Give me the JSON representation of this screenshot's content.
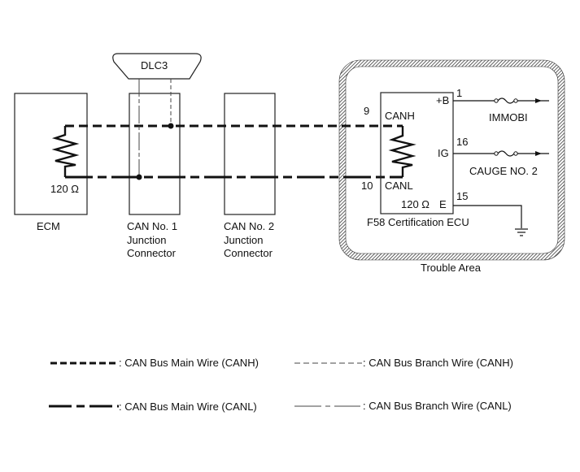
{
  "diagram": {
    "dlc": "DLC3",
    "ecm": {
      "label": "ECM",
      "resistor": "120 Ω"
    },
    "jc1": {
      "line1": "CAN No. 1",
      "line2": "Junction",
      "line3": "Connector"
    },
    "jc2": {
      "line1": "CAN No. 2",
      "line2": "Junction",
      "line3": "Connector"
    },
    "ecu": {
      "label": "F58  Certification ECU",
      "resistor": "120 Ω",
      "pins": {
        "canh_num": "9",
        "canh": "CANH",
        "canl_num": "10",
        "canl": "CANL",
        "b_num": "1",
        "b": "+B",
        "ig_num": "16",
        "ig": "IG",
        "e_num": "15",
        "e": "E"
      },
      "fuse_b": "IMMOBI",
      "fuse_ig": "CAUGE NO. 2"
    },
    "trouble_area": "Trouble Area"
  },
  "legend": [
    {
      "label": ": CAN Bus Main Wire (CANH)"
    },
    {
      "label": ": CAN Bus Branch Wire (CANH)"
    },
    {
      "label": ": CAN Bus Main Wire (CANL)"
    },
    {
      "label": ": CAN Bus Branch Wire (CANL)"
    }
  ]
}
